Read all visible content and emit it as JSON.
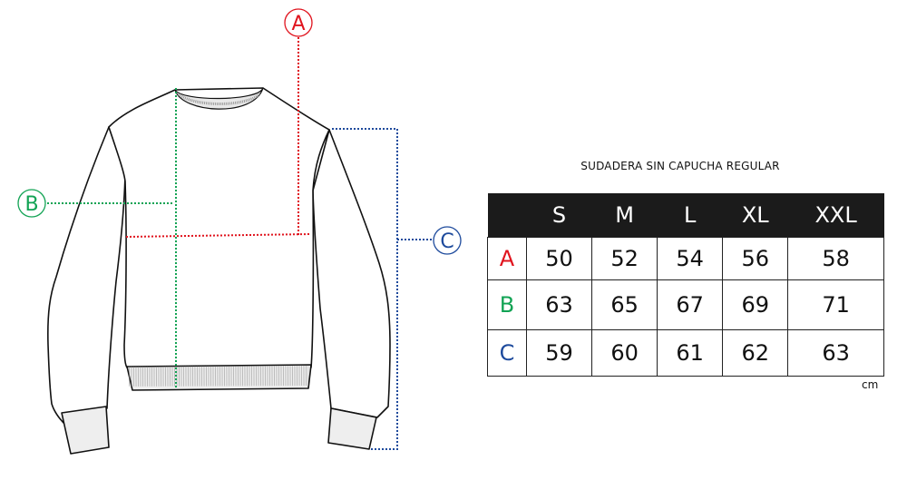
{
  "title": "SUDADERA SIN  CAPUCHA REGULAR",
  "unit": "cm",
  "markers": {
    "A": {
      "label": "A",
      "color": "#e0141e"
    },
    "B": {
      "label": "B",
      "color": "#12a354"
    },
    "C": {
      "label": "C",
      "color": "#1d4a9c"
    }
  },
  "table": {
    "sizes": [
      "S",
      "M",
      "L",
      "XL",
      "XXL"
    ],
    "rows": [
      {
        "label": "A",
        "color": "#e0141e",
        "values": [
          "50",
          "52",
          "54",
          "56",
          "58"
        ]
      },
      {
        "label": "B",
        "color": "#12a354",
        "values": [
          "63",
          "65",
          "67",
          "69",
          "71"
        ]
      },
      {
        "label": "C",
        "color": "#1d4a9c",
        "values": [
          "59",
          "60",
          "61",
          "62",
          "63"
        ]
      }
    ]
  }
}
